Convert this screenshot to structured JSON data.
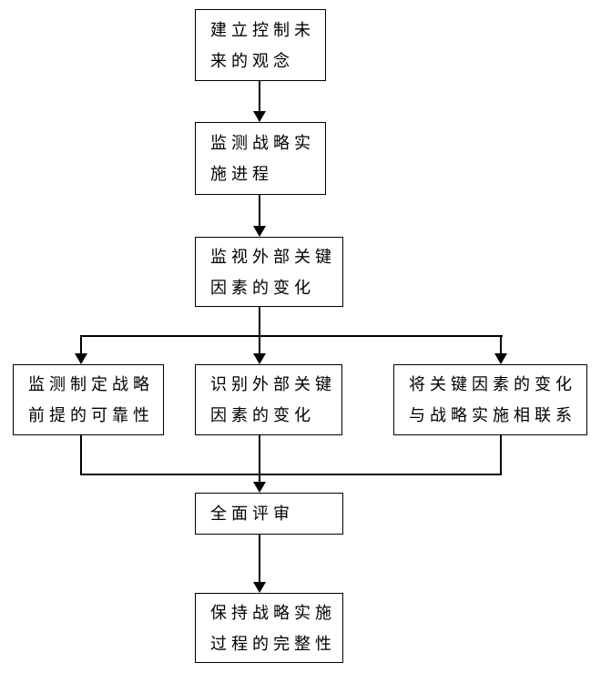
{
  "diagram": {
    "type": "flowchart",
    "background_color": "#ffffff",
    "colors": {
      "line": "#000000",
      "box_border": "#000000",
      "box_background": "#ffffff",
      "text": "#000000"
    },
    "nodes": [
      {
        "id": "establish-concept",
        "label": "建立控制未\n来的观念"
      },
      {
        "id": "monitor-implementation",
        "label": "监测战略实\n施进程"
      },
      {
        "id": "watch-external-factors",
        "label": "监视外部关键\n因素的变化"
      },
      {
        "id": "monitor-premise-reliability",
        "label": "监测制定战略\n前提的可靠性"
      },
      {
        "id": "identify-factor-changes",
        "label": "识别外部关键\n因素的变化"
      },
      {
        "id": "link-changes-to-implementation",
        "label": "将关键因素的变化\n与战略实施相联系"
      },
      {
        "id": "comprehensive-review",
        "label": "全面评审"
      },
      {
        "id": "maintain-integrity",
        "label": "保持战略实施\n过程的完整性"
      }
    ],
    "edges": [
      {
        "from": "establish-concept",
        "to": "monitor-implementation"
      },
      {
        "from": "monitor-implementation",
        "to": "watch-external-factors"
      },
      {
        "from": "watch-external-factors",
        "to": "monitor-premise-reliability"
      },
      {
        "from": "watch-external-factors",
        "to": "identify-factor-changes"
      },
      {
        "from": "watch-external-factors",
        "to": "link-changes-to-implementation"
      },
      {
        "from": "monitor-premise-reliability",
        "to": "comprehensive-review"
      },
      {
        "from": "identify-factor-changes",
        "to": "comprehensive-review"
      },
      {
        "from": "link-changes-to-implementation",
        "to": "comprehensive-review"
      },
      {
        "from": "comprehensive-review",
        "to": "maintain-integrity"
      }
    ]
  }
}
